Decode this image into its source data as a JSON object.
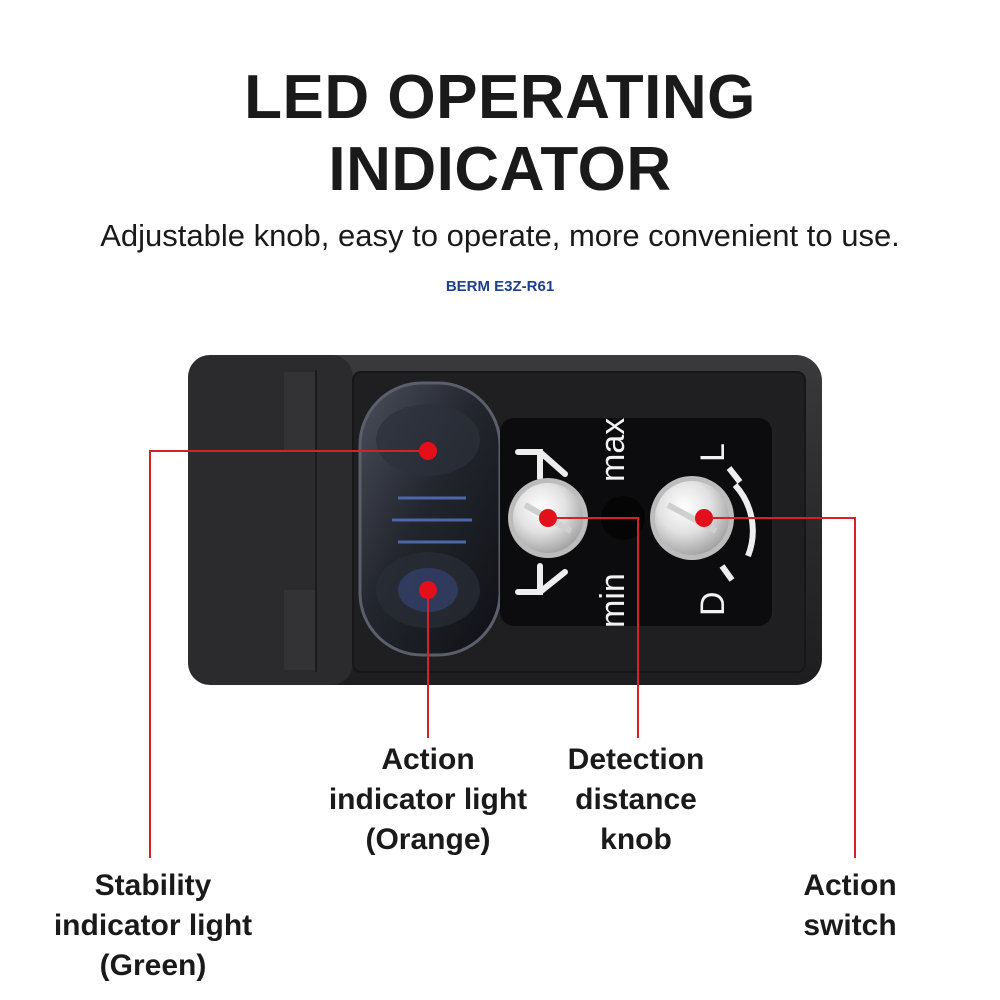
{
  "header": {
    "title_line1": "LED OPERATING",
    "title_line2": "INDICATOR",
    "subtitle": "Adjustable knob, easy to operate, more convenient to use.",
    "model": "BERM E3Z-R61"
  },
  "panel": {
    "dial_max": "max",
    "dial_min": "min",
    "switch_l": "L",
    "switch_d": "D"
  },
  "callouts": {
    "action_light": [
      "Action",
      "indicator light",
      "(Orange)"
    ],
    "detection_knob": [
      "Detection",
      "distance",
      "knob"
    ],
    "stability_light": [
      "Stability",
      "indicator light",
      "(Green)"
    ],
    "action_switch": [
      "Action",
      "switch"
    ]
  },
  "colors": {
    "callout_line": "#d8202a",
    "callout_dot": "#e3101c",
    "model_text": "#1d3f8f"
  }
}
